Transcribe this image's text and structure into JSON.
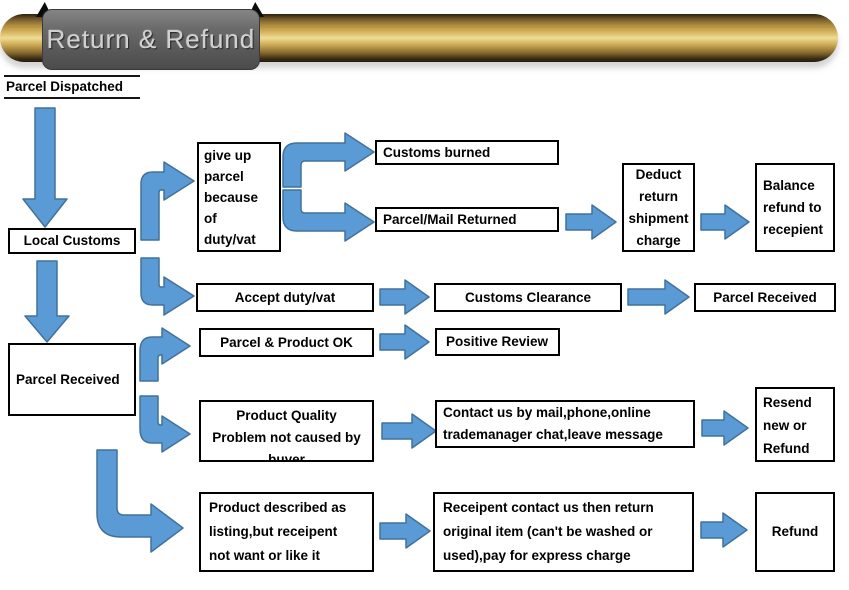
{
  "header": {
    "title": "Return & Refund"
  },
  "flow": {
    "start": "Parcel Dispatched",
    "nodes": {
      "local_customs": "Local Customs",
      "give_up": [
        "give up",
        "parcel",
        "because",
        "of",
        "duty/vat"
      ],
      "customs_burned": "Customs burned",
      "parcel_mail_returned": "Parcel/Mail Returned",
      "deduct": [
        "Deduct",
        "return",
        "shipment",
        "charge"
      ],
      "balance": [
        "Balance",
        "refund to",
        "recepient"
      ],
      "accept": "Accept duty/vat",
      "customs_clearance": "Customs Clearance",
      "parcel_received_right": "Parcel Received",
      "parcel_product_ok": "Parcel & Product OK",
      "positive_review": "Positive Review",
      "parcel_received_left": "Parcel Received",
      "product_quality": [
        "Product Quality",
        "Problem not caused by",
        "buyer"
      ],
      "contact_us": [
        "Contact us by mail,phone,online",
        "trademanager chat,leave message"
      ],
      "resend": [
        "Resend",
        "new or",
        "Refund"
      ],
      "product_described": [
        "Product described as",
        "listing,but receipent",
        "not want or like it"
      ],
      "receipent_contact": [
        "Receipent contact us then return",
        "original item (can't be washed or",
        "used),pay for express charge"
      ],
      "refund": "Refund"
    }
  },
  "colors": {
    "arrow_fill": "#5B9BD5",
    "arrow_stroke": "#41719C",
    "gold_light": "#EEDC96",
    "gold_dark": "#2A2010",
    "tab_gray": "#5A5A5A",
    "box_border": "#000000",
    "box_text": "#000000",
    "title_text": "#D0D0D0"
  }
}
